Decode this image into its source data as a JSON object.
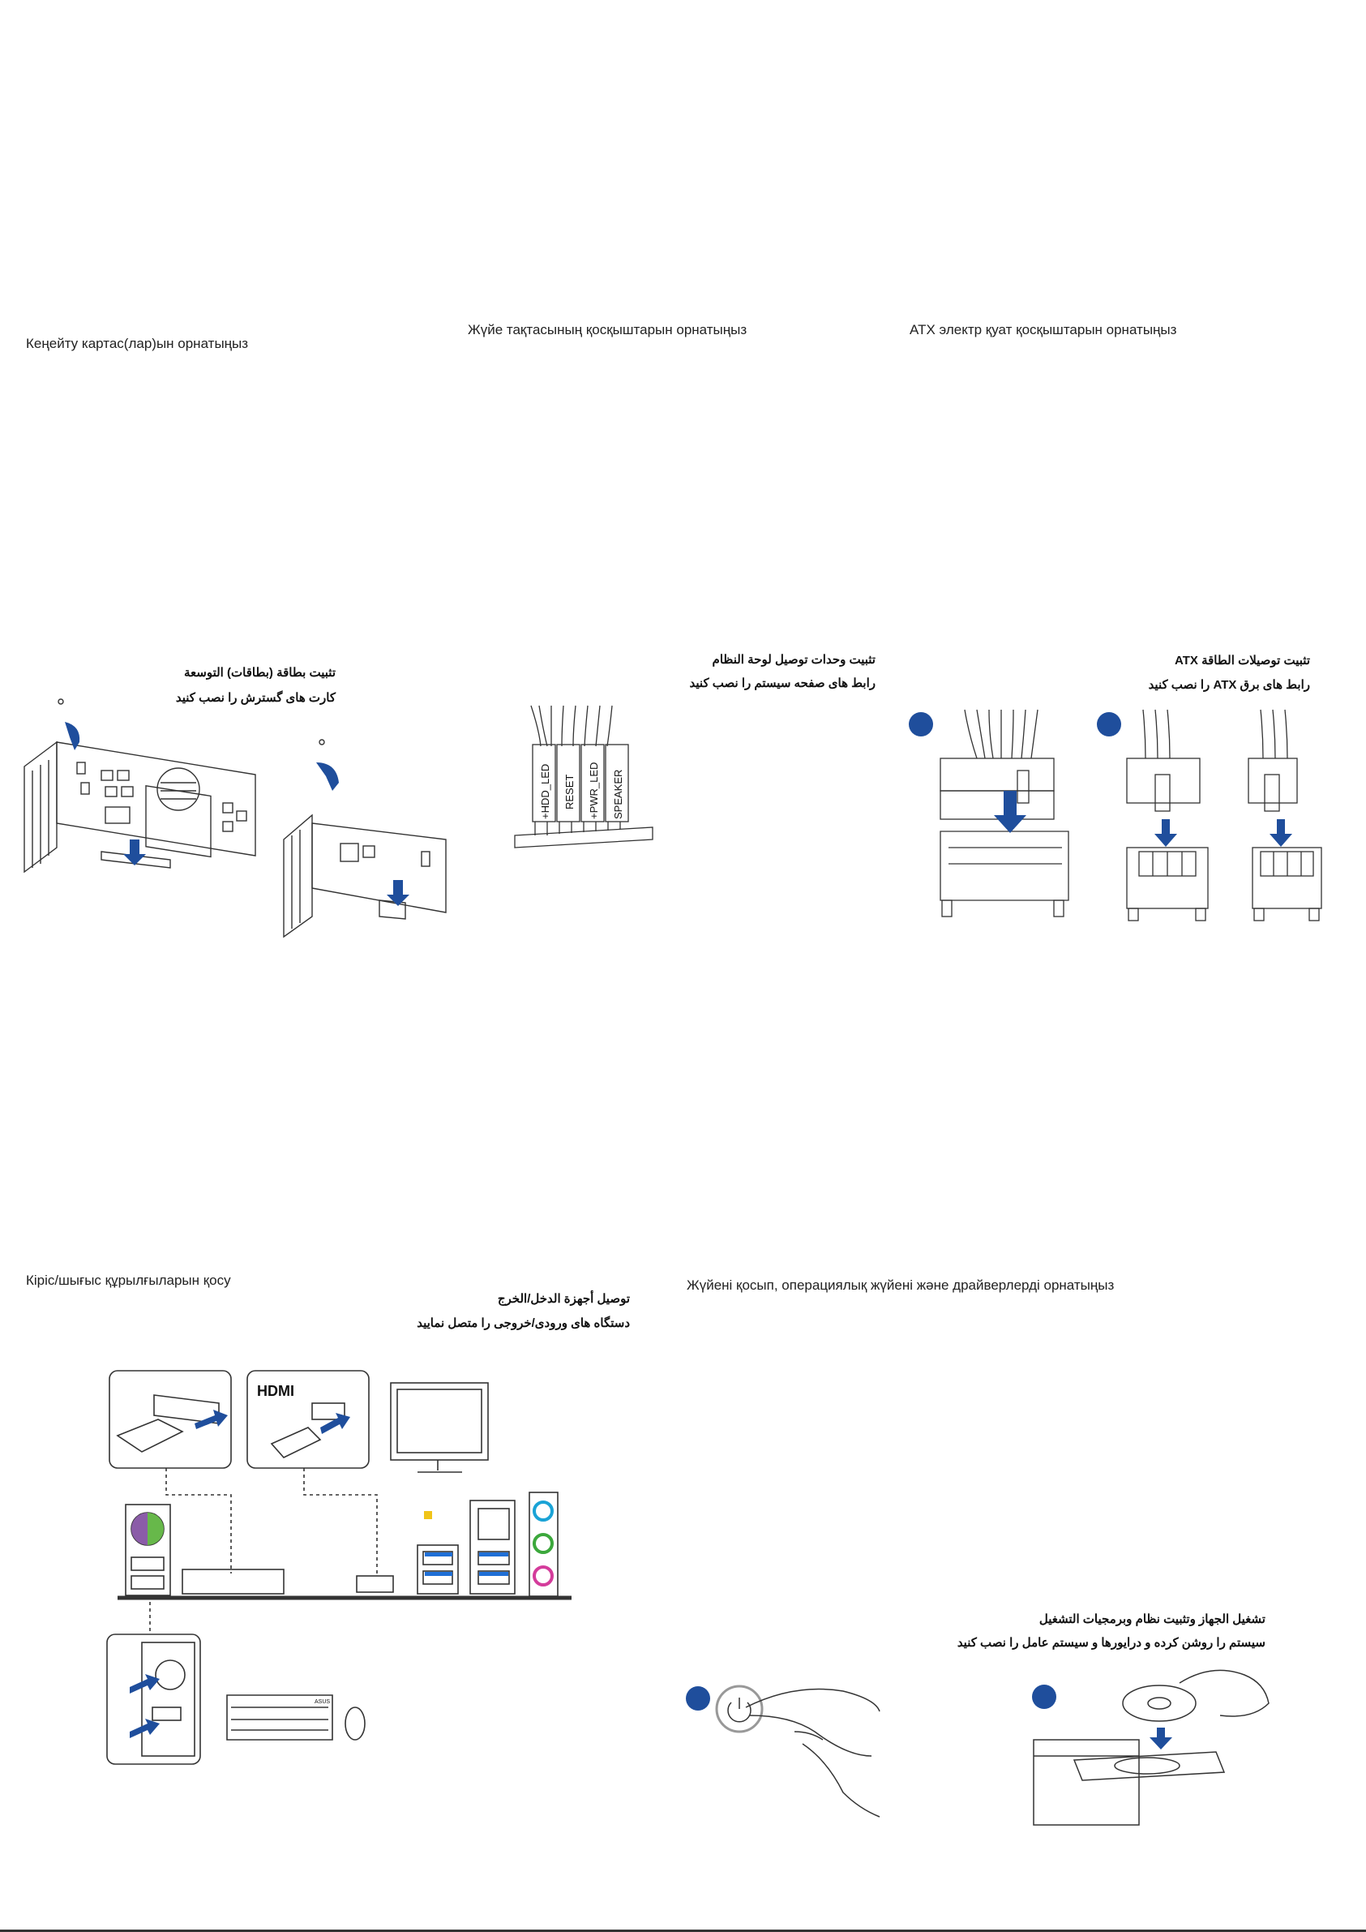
{
  "sections": {
    "expansion": {
      "kz_title": "Кеңейту картас(лар)ын орнатыңыз",
      "ar_title": "تثبيت بطاقة (بطاقات) التوسعة",
      "fa_title": "كارت های گسترش را نصب کنید"
    },
    "front_panel": {
      "kz_title": "Жүйе тақтасының қосқыштарын орнатыңыз",
      "ar_title": "تثبيت وحدات توصيل لوحة النظام",
      "fa_title": "رابط های صفحه سيستم را نصب کنيد",
      "pin_labels": [
        "+HDD_LED",
        "RESET",
        "+PWR_LED",
        "SPEAKER"
      ]
    },
    "atx_power": {
      "kz_title": "ATX электр қуат қосқыштарын орнатыңыз",
      "ar_title": "تثبيت توصيلات الطاقة ATX",
      "fa_title": "رابط های برق ATX را نصب کنيد"
    },
    "io_devices": {
      "kz_title": "Кіріс/шығыс құрылғыларын қосу",
      "ar_title": "توصيل أجهزة الدخل/الخرج",
      "fa_title": "دستگاه های ورودی/خروجی را متصل نمایید",
      "hdmi_logo": "HDMI",
      "keyboard_brand": "ASUS"
    },
    "power_on": {
      "kz_title": "Жүйені қосып, операциялық жүйені және драйверлерді орнатыңыз",
      "ar_title": "تشغيل الجهاز وتثبيت نظام وبرمجيات التشغيل",
      "fa_title": "سيستم را روشن کرده و درايورها و سيستم عامل را نصب کنيد"
    }
  },
  "colors": {
    "arrow_blue": "#1f4e9c",
    "line": "#333333",
    "light_line": "#666666"
  }
}
